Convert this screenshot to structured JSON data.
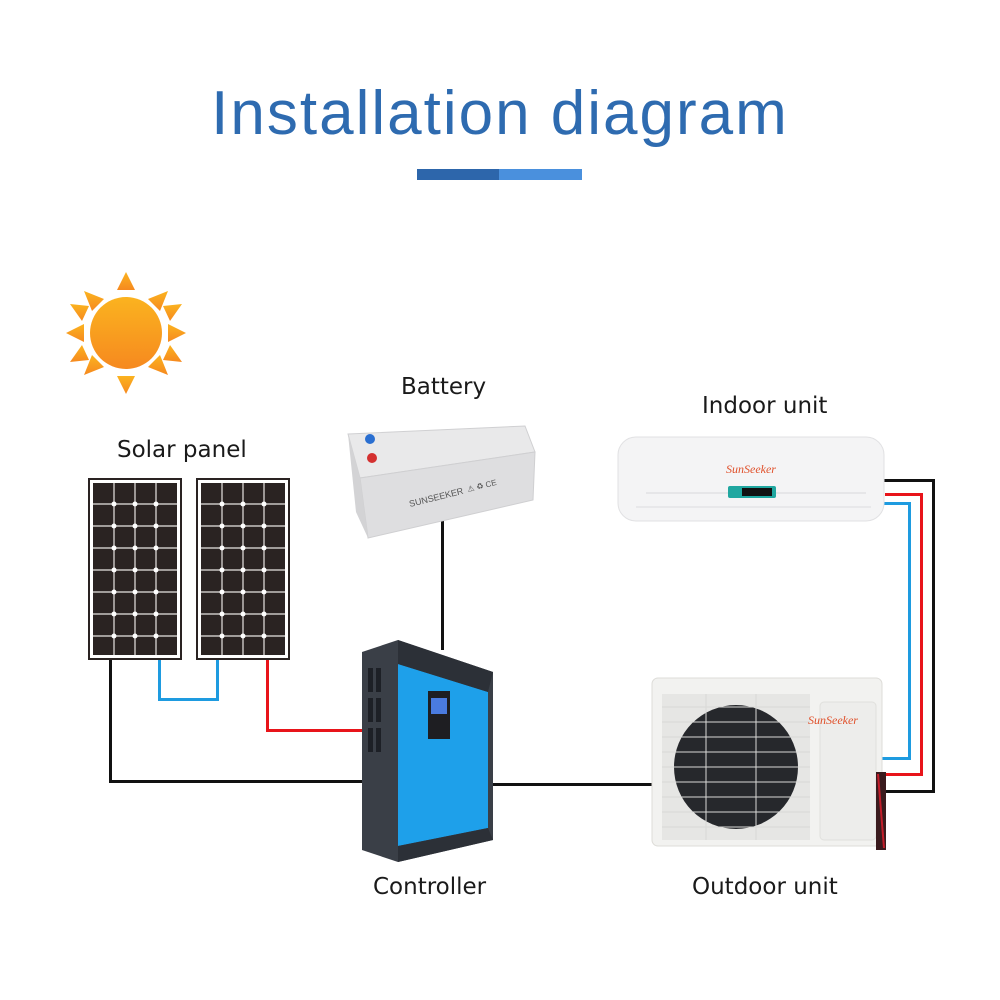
{
  "header": {
    "title": "Installation diagram",
    "accent_colors": [
      "#2d66ab",
      "#4a90dd"
    ]
  },
  "components": {
    "sun": {
      "icon": "sun-icon",
      "color": "#f7a21b"
    },
    "solar_panel": {
      "label": "Solar panel",
      "count": 2
    },
    "battery": {
      "label": "Battery",
      "brand": "SUNSEEKER"
    },
    "indoor_unit": {
      "label": "Indoor unit",
      "brand": "SunSeeker"
    },
    "controller": {
      "label": "Controller"
    },
    "outdoor_unit": {
      "label": "Outdoor unit",
      "brand": "SunSeeker"
    }
  },
  "wires": {
    "colors": {
      "negative": "#111111",
      "positive": "#e8141a",
      "signal": "#1e9be0"
    }
  }
}
